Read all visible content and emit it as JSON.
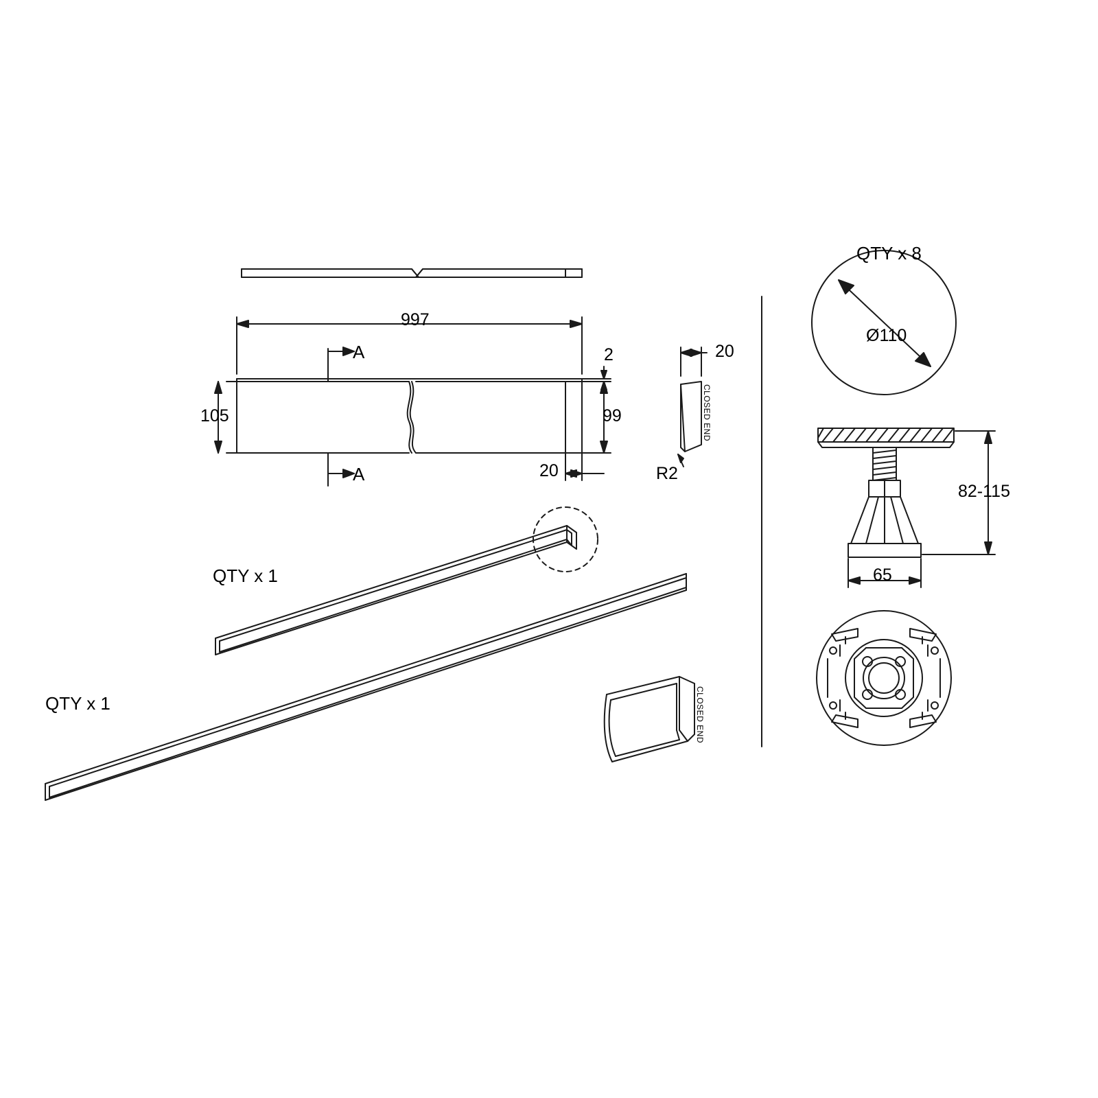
{
  "drawing": {
    "title": "Shower tray riser kit technical drawing",
    "stroke_color": "#1a1a1a",
    "background": "#ffffff"
  },
  "labels": {
    "length_997": "997",
    "height_105": "105",
    "height_99": "99",
    "thickness_2": "2",
    "width_20_panel": "20",
    "width_20_end": "20",
    "radius_r2": "R2",
    "section_a_top": "A",
    "section_a_bottom": "A",
    "closed_end_small": "CLOSED END",
    "closed_end_corner": "CLOSED END",
    "qty_panel_long": "QTY x 1",
    "qty_panel_short": "QTY x 1",
    "qty_feet": "QTY x 8",
    "diameter_110": "Ø110",
    "height_range": "82-115",
    "base_width_65": "65"
  }
}
